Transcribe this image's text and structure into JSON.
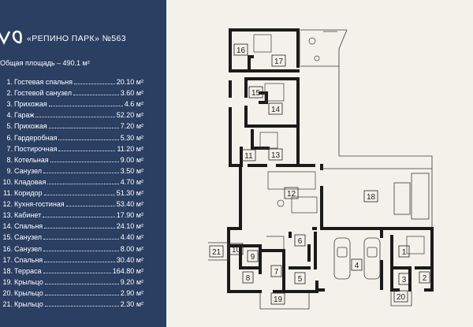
{
  "project": {
    "title": "«РЕПИНО ПАРК» №563",
    "total_area": "Общая площадь – 490.1 м²"
  },
  "colors": {
    "panel": "#2b3f63",
    "background": "#f3f1ea",
    "wall": "#1a1a1a"
  },
  "rooms": [
    {
      "num": "1.",
      "name": "Гостевая спальня",
      "area": "20.10 м²"
    },
    {
      "num": "2.",
      "name": "Гостевой санузел",
      "area": "3.60 м²"
    },
    {
      "num": "3.",
      "name": "Прихожая",
      "area": "4.6 м²"
    },
    {
      "num": "4.",
      "name": "Гараж",
      "area": "52.20 м²"
    },
    {
      "num": "5.",
      "name": "Прихожая",
      "area": "7.20 м²"
    },
    {
      "num": "6.",
      "name": "Гардеробная",
      "area": "5.30 м²"
    },
    {
      "num": "7.",
      "name": "Постирочная",
      "area": "11.20 м²"
    },
    {
      "num": "8.",
      "name": "Котельная",
      "area": "9.00 м²"
    },
    {
      "num": "9.",
      "name": "Санузел",
      "area": "3.50 м²"
    },
    {
      "num": "10.",
      "name": "Кладовая",
      "area": "4.70 м²"
    },
    {
      "num": "11.",
      "name": "Коридор",
      "area": "51.30 м²"
    },
    {
      "num": "12.",
      "name": "Кухня-гостиная",
      "area": "53.40 м²"
    },
    {
      "num": "13.",
      "name": "Кабинет",
      "area": "17.90 м²"
    },
    {
      "num": "14.",
      "name": "Спальня",
      "area": "24.10 м²"
    },
    {
      "num": "15.",
      "name": "Санузел",
      "area": "4.40 м²"
    },
    {
      "num": "16.",
      "name": "Санузел",
      "area": "8.00 м²"
    },
    {
      "num": "17.",
      "name": "Спальня",
      "area": "30.40 м²"
    },
    {
      "num": "18.",
      "name": "Терраса",
      "area": "164.80 м²"
    },
    {
      "num": "19.",
      "name": "Крыльцо",
      "area": "9.20 м²"
    },
    {
      "num": "20.",
      "name": "Крыльцо",
      "area": "2.90 м²"
    },
    {
      "num": "21.",
      "name": "Крыльцо",
      "area": "2.30 м²"
    }
  ],
  "plan_labels": [
    "1",
    "2",
    "3",
    "4",
    "5",
    "6",
    "7",
    "8",
    "9",
    "10",
    "11",
    "12",
    "13",
    "14",
    "15",
    "16",
    "17",
    "18",
    "19",
    "20",
    "21"
  ]
}
